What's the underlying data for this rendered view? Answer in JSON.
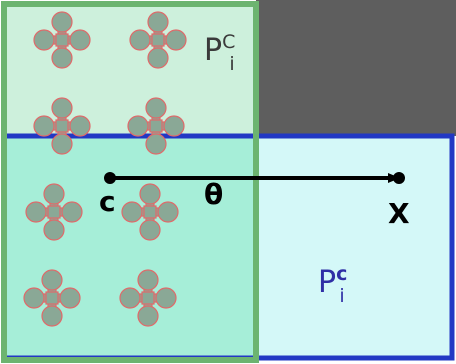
{
  "labels": {
    "green_region_main": "P",
    "green_region_sup": "C",
    "green_region_sub": "i",
    "blue_region_main": "P",
    "blue_region_sup": "c",
    "blue_region_sub": "i",
    "start_point": "c",
    "arrow_label": "θ",
    "end_point": "X"
  },
  "colors": {
    "green_fill": "#cdf0dc",
    "green_border": "#6cb470",
    "gray_fill": "#5e5e5e",
    "blue_fill": "#d4f8f8",
    "blue_border": "#2238c4",
    "overlap_fill": "#a6eed8",
    "shape_fill": "#8aa896",
    "shape_edge": "#e06a6a",
    "label_green": "#3a3a3a",
    "label_blue": "#2f2fa6",
    "arrow": "#000000"
  },
  "icons": {
    "cluster": "four-lobed-cross-shape"
  }
}
